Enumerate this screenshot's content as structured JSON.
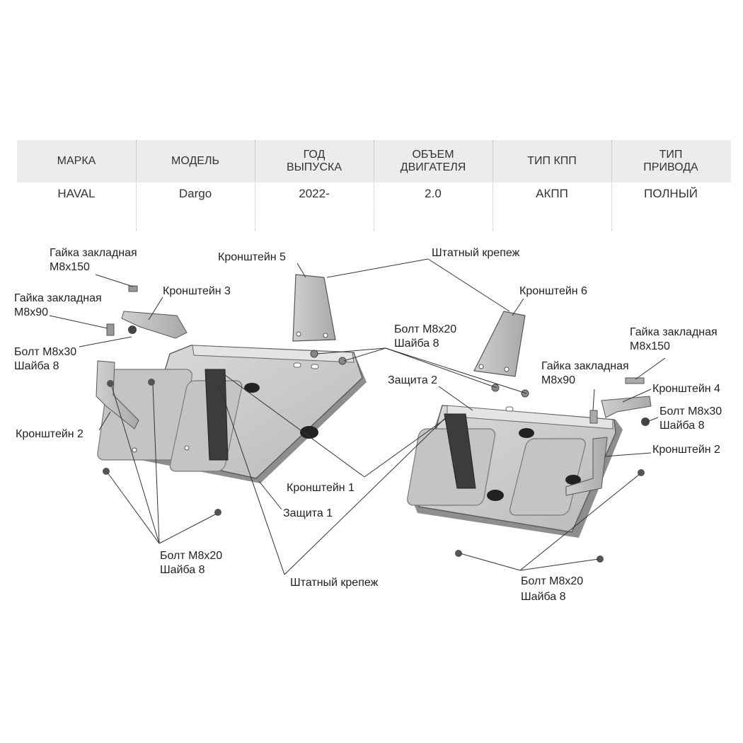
{
  "spec_table": {
    "columns": [
      {
        "header": "МАРКА",
        "value": "HAVAL"
      },
      {
        "header": "МОДЕЛЬ",
        "value": "Dargo"
      },
      {
        "header": "ГОД\nВЫПУСКА",
        "value": "2022-"
      },
      {
        "header": "ОБЪЕМ\nДВИГАТЕЛЯ",
        "value": "2.0"
      },
      {
        "header": "ТИП КПП",
        "value": "АКПП"
      },
      {
        "header": "ТИП\nПРИВОДА",
        "value": "ПОЛНЫЙ"
      }
    ]
  },
  "labels": {
    "gaika_150_left_1": "Гайка закладная",
    "gaika_150_left_2": "M8x150",
    "gaika_90_left_1": "Гайка закладная",
    "gaika_90_left_2": "M8x90",
    "bolt30_left_1": "Болт M8x30",
    "bolt30_left_2": "Шайба 8",
    "kronshtein3": "Кронштейн 3",
    "kronshtein5": "Кронштейн 5",
    "shtatny_top": "Штатный крепеж",
    "kronshtein6": "Кронштейн 6",
    "bolt20_center_1": "Болт M8x20",
    "bolt20_center_2": "Шайба 8",
    "gaika_150_right_1": "Гайка закладная",
    "gaika_150_right_2": "M8x150",
    "gaika_90_right_1": "Гайка закладная",
    "gaika_90_right_2": "M8x90",
    "zashita2": "Защита 2",
    "kronshtein4": "Кронштейн 4",
    "bolt30_right_1": "Болт M8x30",
    "bolt30_right_2": "Шайба 8",
    "kronshtein2_left": "Кронштейн 2",
    "kronshtein2_right": "Кронштейн 2",
    "kronshtein1": "Кронштейн 1",
    "zashita1": "Защита 1",
    "bolt20_left_1": "Болт M8x20",
    "bolt20_left_2": "Шайба 8",
    "shtatny_bottom": "Штатный крепеж",
    "bolt20_right_1": "Болт M8x20",
    "bolt20_right_2": "Шайба 8"
  }
}
